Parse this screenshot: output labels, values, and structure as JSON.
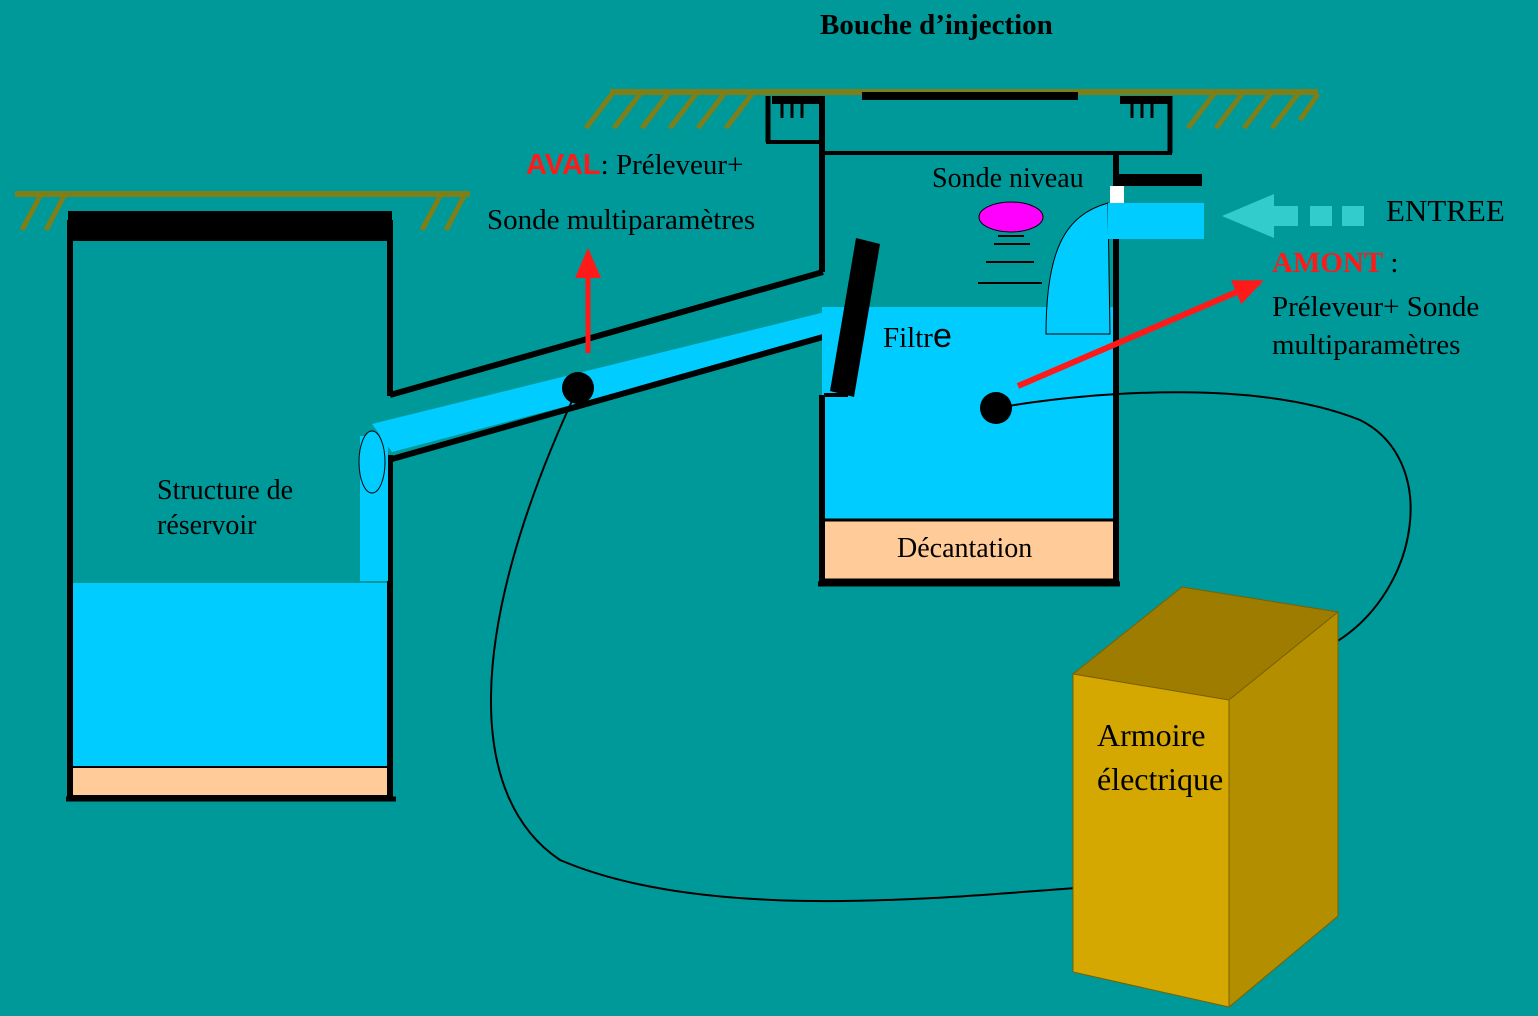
{
  "colors": {
    "background": "#009999",
    "water": "#00ccff",
    "sediment": "#ffcc99",
    "ground": "#7f7f1a",
    "cabinet_front": "#d4a800",
    "cabinet_top": "#9e7c00",
    "cabinet_side": "#b38f00",
    "arrow_red": "#ff1a1a",
    "entree_arrow": "#33cccc",
    "sensor": "#ff00ff"
  },
  "labels": {
    "title": "Bouche d’injection",
    "aval_tag": "AVAL",
    "aval_rest": ": Préleveur+",
    "aval_line2": "Sonde multiparamètres",
    "sonde_niveau": "Sonde niveau",
    "entree": "ENTREE",
    "amont_tag": "AMONT",
    "amont_rest": " :",
    "amont_line2": "Préleveur+ Sonde",
    "amont_line3": "multiparamètres",
    "filtre_a": "Filtr",
    "filtre_b": "e",
    "reservoir_line1": "Structure de",
    "reservoir_line2": "réservoir",
    "decantation": "Décantation",
    "armoire_line1": "Armoire",
    "armoire_line2": "électrique"
  }
}
